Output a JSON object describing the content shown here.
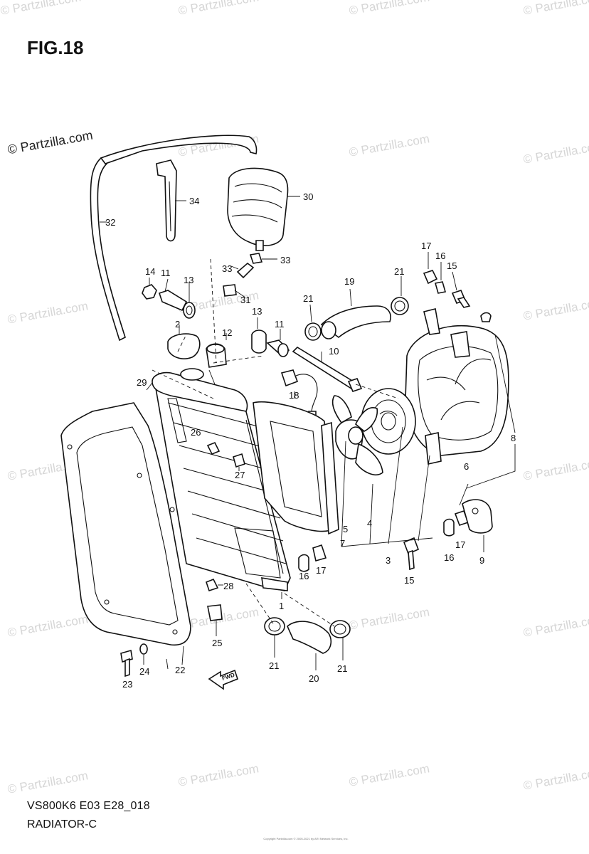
{
  "figure": {
    "title": "FIG.18",
    "model_code": "VS800K6 E03 E28_018",
    "name": "RADIATOR-C",
    "copyright": "Copyright\nPartzilla.com © 2005-2021 by ARI Network Services, Inc."
  },
  "watermark": {
    "text": "© Partzilla.com",
    "highlight_text": "© Partzilla.com"
  },
  "icons": {
    "front_arrow": "fwd-arrow-icon",
    "front_arrow_text": "FWD"
  },
  "callouts": [
    "1",
    "2",
    "3",
    "4",
    "5",
    "6",
    "7",
    "8",
    "9",
    "10",
    "11",
    "11",
    "12",
    "13",
    "13",
    "14",
    "15",
    "15",
    "16",
    "16",
    "16",
    "17",
    "17",
    "17",
    "18",
    "19",
    "20",
    "21",
    "21",
    "21",
    "21",
    "22",
    "23",
    "24",
    "25",
    "26",
    "27",
    "28",
    "29",
    "30",
    "31",
    "32",
    "33",
    "33",
    "34"
  ]
}
